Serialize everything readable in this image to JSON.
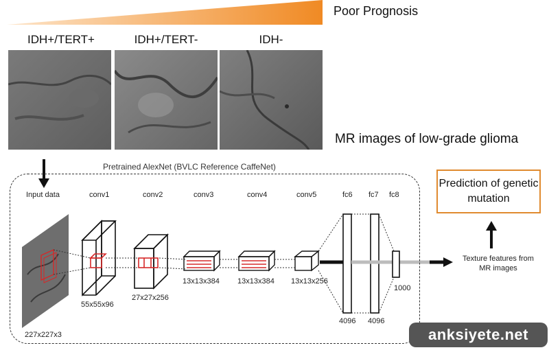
{
  "header": {
    "prognosis_label": "Poor Prognosis",
    "gradient_color": "#f08a24"
  },
  "images": [
    {
      "label": "IDH+/TERT+"
    },
    {
      "label": "IDH+/TERT-"
    },
    {
      "label": "IDH-"
    }
  ],
  "mri_caption": "MR images of low-grade glioma",
  "network": {
    "title": "Pretrained AlexNet (BVLC Reference CaffeNet)",
    "layers": [
      {
        "label": "Input data",
        "dims": "227x227x3"
      },
      {
        "label": "conv1",
        "dims": "55x55x96"
      },
      {
        "label": "conv2",
        "dims": "27x27x256"
      },
      {
        "label": "conv3",
        "dims": "13x13x384"
      },
      {
        "label": "conv4",
        "dims": "13x13x384"
      },
      {
        "label": "conv5",
        "dims": "13x13x256"
      },
      {
        "label": "fc6",
        "dims": "4096"
      },
      {
        "label": "fc7",
        "dims": "4096"
      },
      {
        "label": "fc8",
        "dims": "1000"
      }
    ],
    "kernel_color": "#d62828"
  },
  "output": {
    "texture_features": "Texture features from MR images",
    "prediction": "Prediction of genetic mutation",
    "prediction_border_color": "#e08a2e"
  },
  "watermark": "anksiyete.net"
}
